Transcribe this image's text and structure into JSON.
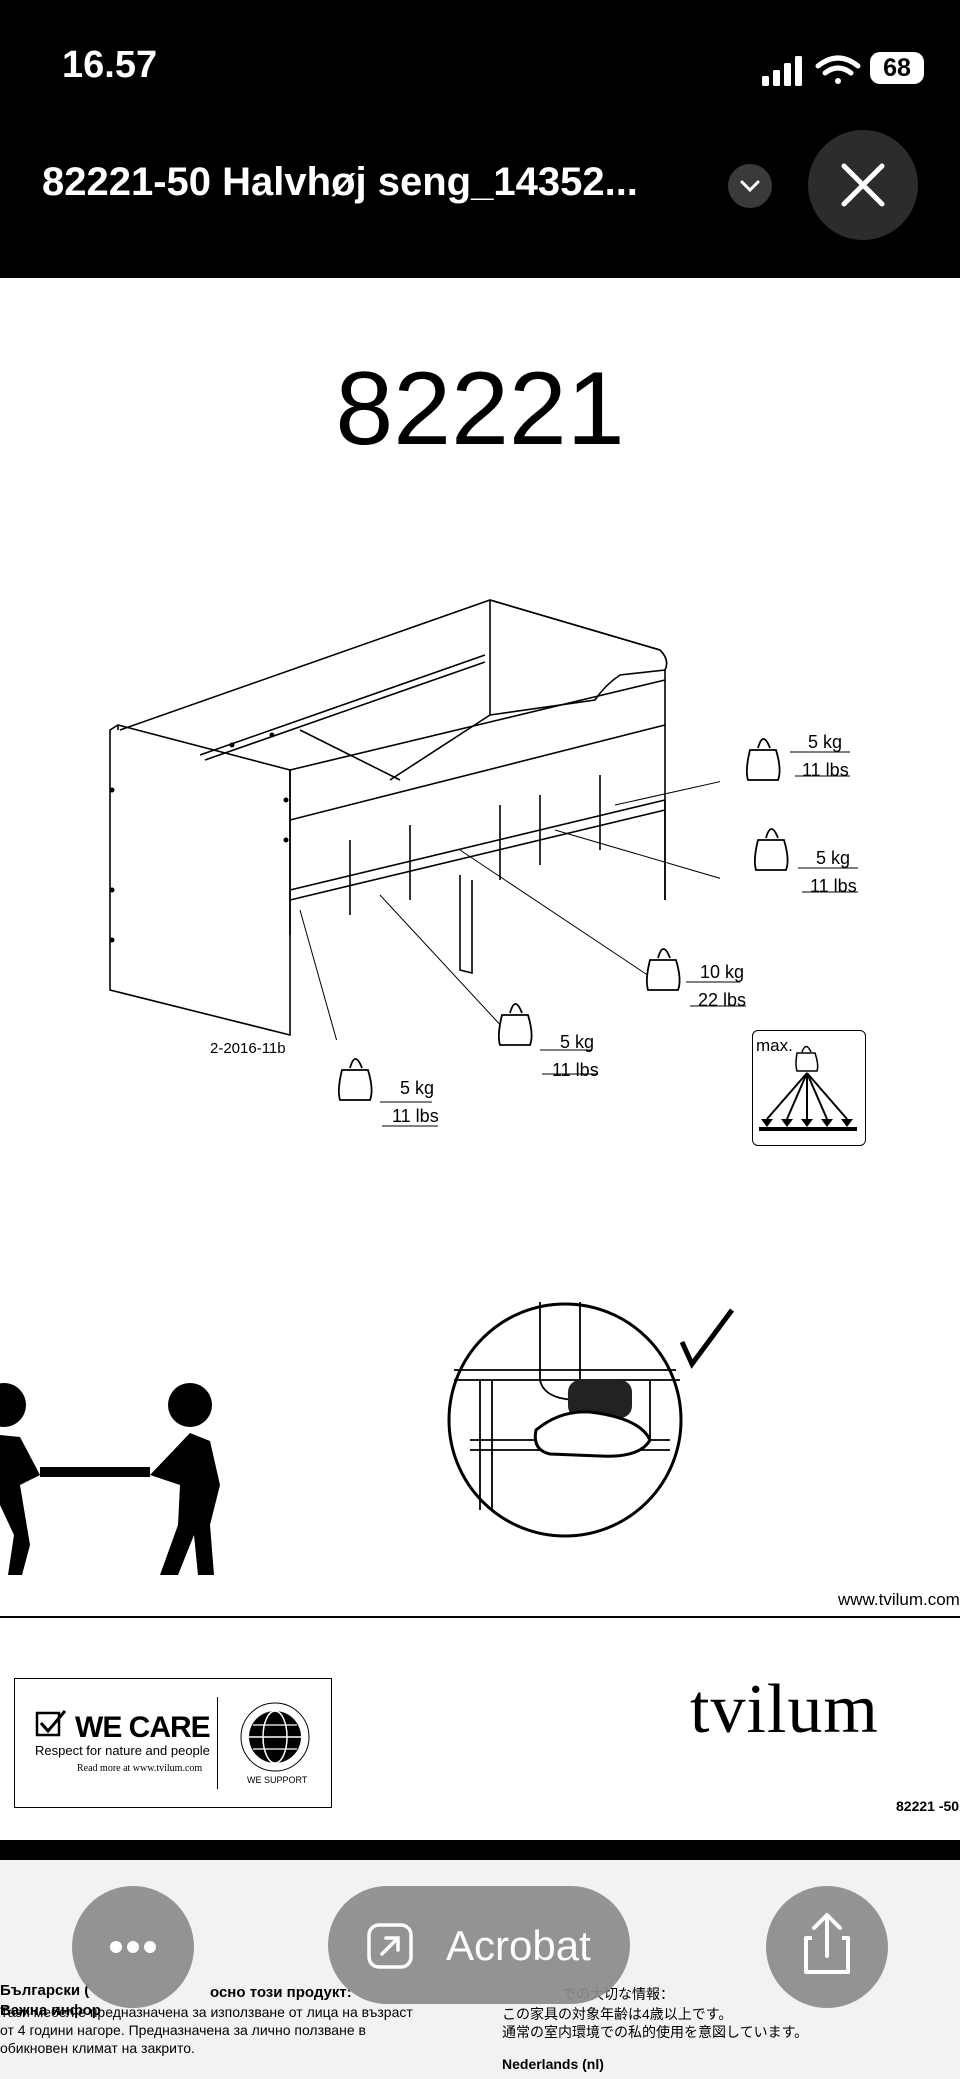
{
  "status": {
    "time": "16.57",
    "battery": "68"
  },
  "header": {
    "title": "82221-50 Halvhøj seng_14352...",
    "chevron_icon": "chevron-down-icon",
    "close_icon": "close-icon"
  },
  "page": {
    "model_number": "82221",
    "part_label": "2-2016-11b",
    "weights": [
      {
        "kg": "5 kg",
        "lbs": "11 lbs"
      },
      {
        "kg": "5 kg",
        "lbs": "11 lbs"
      },
      {
        "kg": "10 kg",
        "lbs": "22 lbs"
      },
      {
        "kg": "5 kg",
        "lbs": "11 lbs"
      },
      {
        "kg": "5 kg",
        "lbs": "11 lbs"
      }
    ],
    "max_label": "max.",
    "website": "www.tvilum.com",
    "wecare": {
      "title": "WE CARE",
      "subtitle": "Respect for nature and people",
      "more": "Read more at www.tvilum.com",
      "support": "WE SUPPORT"
    },
    "brand": "tvilum",
    "footer_part": "82221 -50"
  },
  "page2": {
    "lines": [
      "Български (",
      "Важна инфор",
      "Тази мебел е предназначена за използване от лица на възраст",
      "от 4 години нагоре. Предназначена за лично ползване в",
      "обикновен климат на закрито.",
      "での大切な情報：",
      "この家具の対象年齢は4歳以上です。",
      "通常の室内環境での私的使用を意図しています。",
      "Nederlands (nl)"
    ],
    "line2_tail": "осно този продукт:"
  },
  "actions": {
    "more_icon": "more-icon",
    "acrobat_label": "Acrobat",
    "share_icon": "share-icon"
  }
}
